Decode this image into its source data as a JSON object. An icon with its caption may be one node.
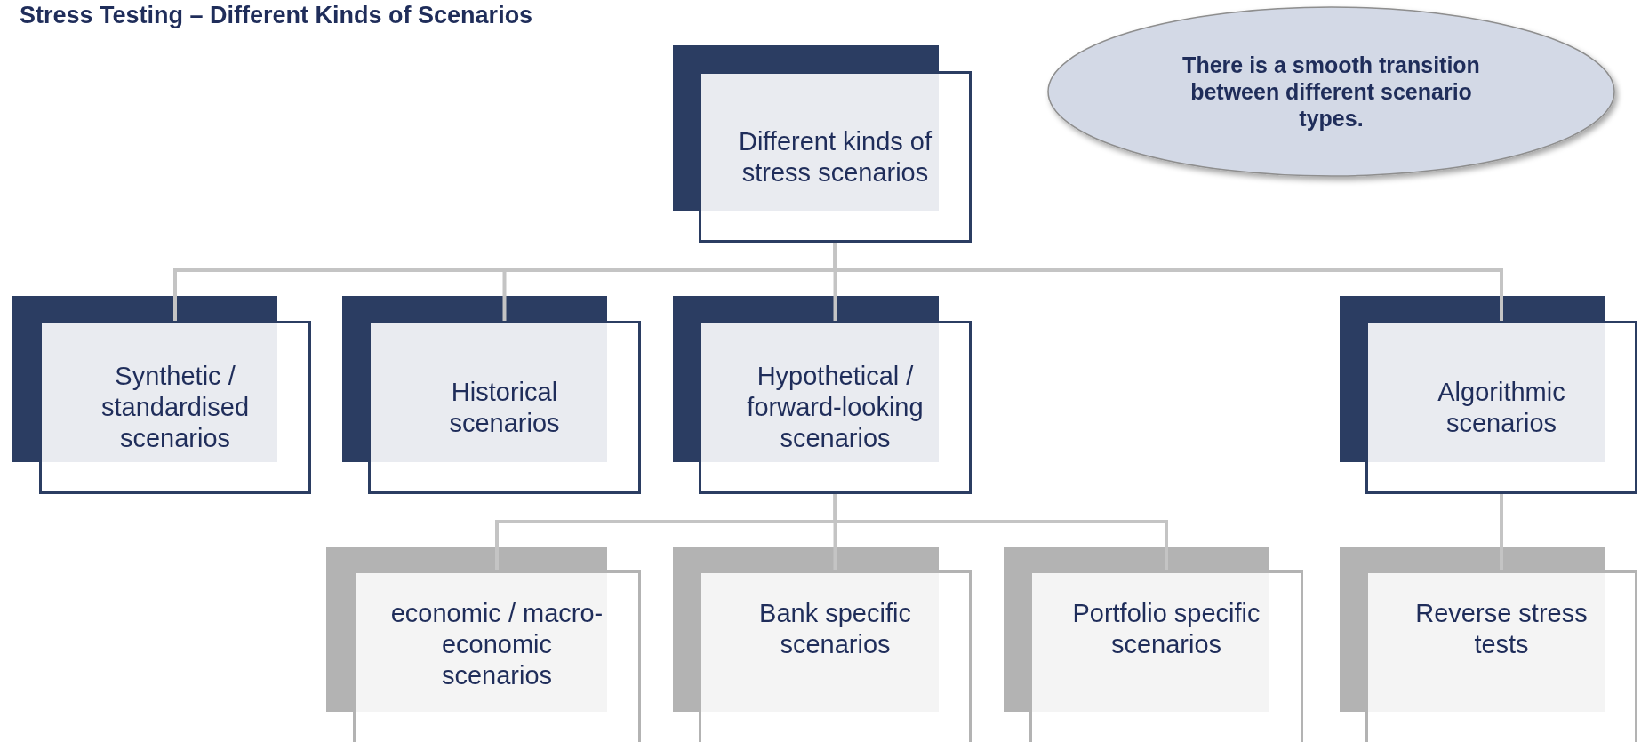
{
  "diagram": {
    "title": "Stress Testing – Different Kinds of Scenarios",
    "nodes": [
      {
        "text": [
          "Different kinds of stress scenarios"
        ]
      },
      {
        "text": [
          "There is a smooth transition between different scenario types."
        ]
      },
      {
        "text": [
          "Synthetic / standardised scenarios"
        ]
      },
      {
        "text": [
          "Historical scenarios"
        ]
      },
      {
        "text": [
          "Hypothetical  / forward-looking scenarios"
        ]
      },
      {
        "text": [
          "Algorithmic scenarios"
        ]
      },
      {
        "text": [
          "economic / macro-economic scenarios"
        ]
      },
      {
        "text": [
          "Bank specific scenarios"
        ]
      },
      {
        "text": [
          "Portfolio specific scenarios"
        ]
      },
      {
        "text": [
          "Reverse stress tests"
        ]
      }
    ],
    "edges": [
      {
        "from": 0,
        "to": 2,
        "arrow": "none"
      },
      {
        "from": 0,
        "to": 3,
        "arrow": "none"
      },
      {
        "from": 0,
        "to": 4,
        "arrow": "none"
      },
      {
        "from": 0,
        "to": 5,
        "arrow": "none"
      },
      {
        "from": 4,
        "to": 6,
        "arrow": "none"
      },
      {
        "from": 4,
        "to": 7,
        "arrow": "none"
      },
      {
        "from": 4,
        "to": 8,
        "arrow": "none"
      },
      {
        "from": 5,
        "to": 9,
        "arrow": "none"
      }
    ]
  }
}
